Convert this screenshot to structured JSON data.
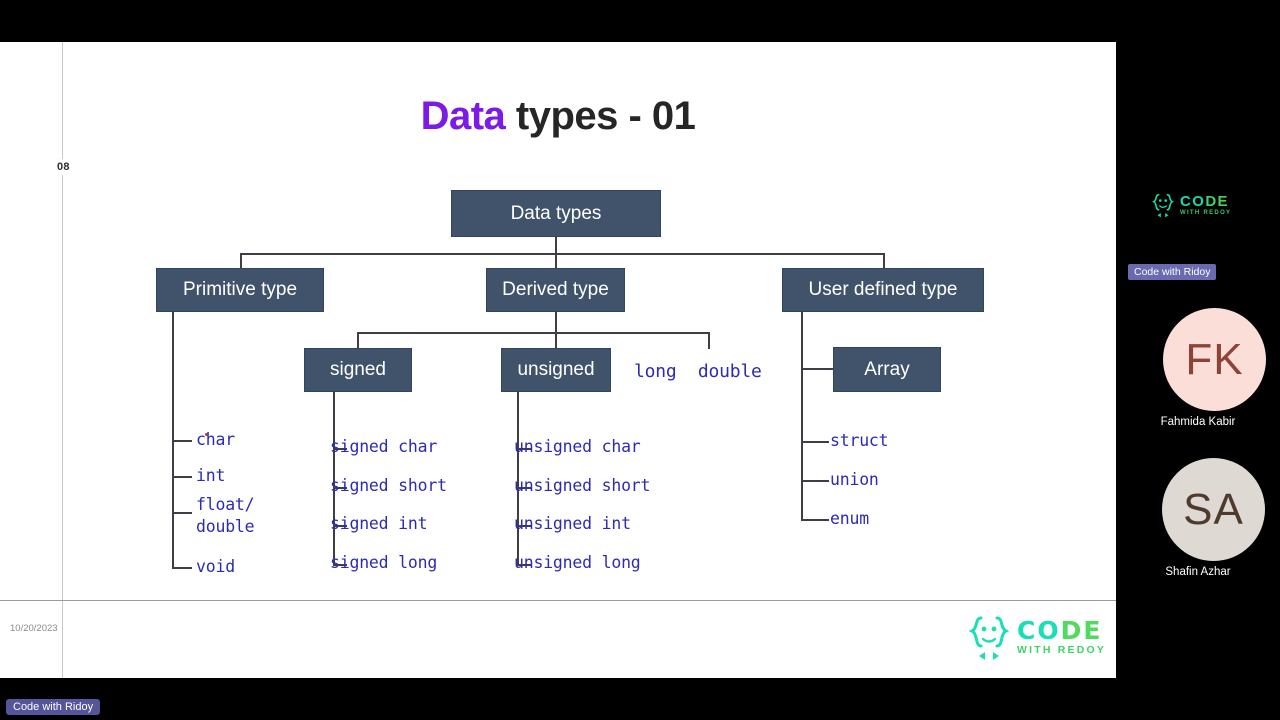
{
  "slide": {
    "title_highlight": "Data",
    "title_rest": " types - 01",
    "slide_number": "08",
    "date": "10/20/2023",
    "logo": {
      "code": "C",
      "code_o": "O",
      "code_de": "DE",
      "sub": "WITH REDOY"
    },
    "diagram": {
      "root": "Data types",
      "branches": [
        "Primitive type",
        "Derived type",
        "User defined type"
      ],
      "derived_children": [
        "signed",
        "unsigned"
      ],
      "derived_extra": "long  double",
      "array_box": "Array",
      "primitive_leaves": [
        "char",
        "int",
        "float/\ndouble",
        "void"
      ],
      "signed_leaves": [
        "signed char",
        "signed short",
        "signed int",
        "signed long"
      ],
      "unsigned_leaves": [
        "unsigned char",
        "unsigned short",
        "unsigned int",
        "unsigned long"
      ],
      "user_leaves": [
        "struct",
        "union",
        "enum"
      ]
    }
  },
  "rail": {
    "presenter_name": "Code with Ridoy",
    "logo": {
      "code": "C",
      "code_o": "O",
      "code_de": "DE",
      "sub": "WITH REDOY"
    },
    "participants": [
      {
        "initials": "FK",
        "name": "Fahmida Kabir",
        "bg": "#fbded7",
        "fg": "#8c4436"
      },
      {
        "initials": "SA",
        "name": "Shafin Azhar",
        "bg": "#ded9d3",
        "fg": "#4f3b2e"
      }
    ]
  },
  "self_label": "Code with Ridoy"
}
